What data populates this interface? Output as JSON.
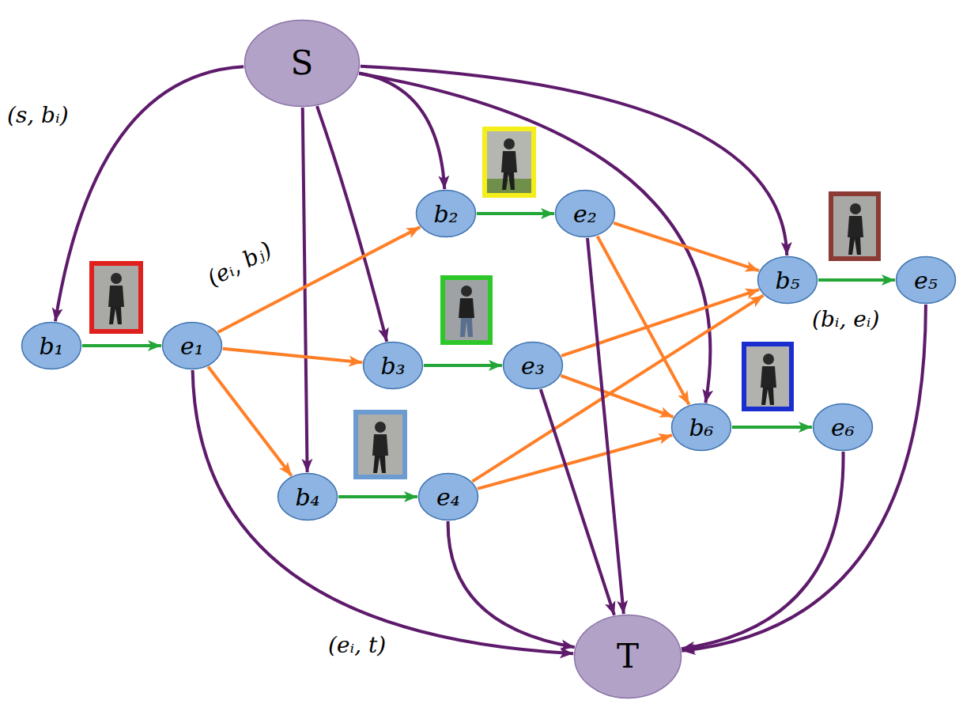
{
  "diagram": {
    "nodes": [
      {
        "text": [
          "S"
        ]
      },
      {
        "text": [
          "b₁"
        ]
      },
      {
        "text": [
          "e₁"
        ]
      },
      {
        "text": [
          "b₂"
        ]
      },
      {
        "text": [
          "e₂"
        ]
      },
      {
        "text": [
          "b₃"
        ]
      },
      {
        "text": [
          "e₃"
        ]
      },
      {
        "text": [
          "b₄"
        ]
      },
      {
        "text": [
          "e₄"
        ]
      },
      {
        "text": [
          "b₅"
        ]
      },
      {
        "text": [
          "e₅"
        ]
      },
      {
        "text": [
          "b₆"
        ]
      },
      {
        "text": [
          "e₆"
        ]
      },
      {
        "text": [
          "T"
        ]
      }
    ],
    "edges": [
      {
        "from": 0,
        "to": 1,
        "arrow": "to"
      },
      {
        "from": 0,
        "to": 3,
        "arrow": "to"
      },
      {
        "from": 0,
        "to": 5,
        "arrow": "to"
      },
      {
        "from": 0,
        "to": 7,
        "arrow": "to"
      },
      {
        "from": 0,
        "to": 9,
        "arrow": "to"
      },
      {
        "from": 0,
        "to": 11,
        "arrow": "to"
      },
      {
        "from": 1,
        "to": 2,
        "arrow": "to"
      },
      {
        "from": 3,
        "to": 4,
        "arrow": "to"
      },
      {
        "from": 5,
        "to": 6,
        "arrow": "to"
      },
      {
        "from": 7,
        "to": 8,
        "arrow": "to"
      },
      {
        "from": 9,
        "to": 10,
        "arrow": "to"
      },
      {
        "from": 11,
        "to": 12,
        "arrow": "to"
      },
      {
        "from": 2,
        "to": 3,
        "arrow": "to"
      },
      {
        "from": 2,
        "to": 5,
        "arrow": "to"
      },
      {
        "from": 2,
        "to": 7,
        "arrow": "to"
      },
      {
        "from": 4,
        "to": 9,
        "arrow": "to"
      },
      {
        "from": 4,
        "to": 11,
        "arrow": "to"
      },
      {
        "from": 6,
        "to": 9,
        "arrow": "to"
      },
      {
        "from": 6,
        "to": 11,
        "arrow": "to"
      },
      {
        "from": 8,
        "to": 9,
        "arrow": "to"
      },
      {
        "from": 8,
        "to": 11,
        "arrow": "to"
      },
      {
        "from": 2,
        "to": 13,
        "arrow": "to"
      },
      {
        "from": 4,
        "to": 13,
        "arrow": "to"
      },
      {
        "from": 6,
        "to": 13,
        "arrow": "to"
      },
      {
        "from": 8,
        "to": 13,
        "arrow": "to"
      },
      {
        "from": 10,
        "to": 13,
        "arrow": "to"
      },
      {
        "from": 12,
        "to": 13,
        "arrow": "to"
      }
    ],
    "labels": [
      "(s, bᵢ)",
      "(eᵢ, bⱼ)",
      "(bᵢ, eᵢ)",
      "(eᵢ, t)"
    ]
  }
}
